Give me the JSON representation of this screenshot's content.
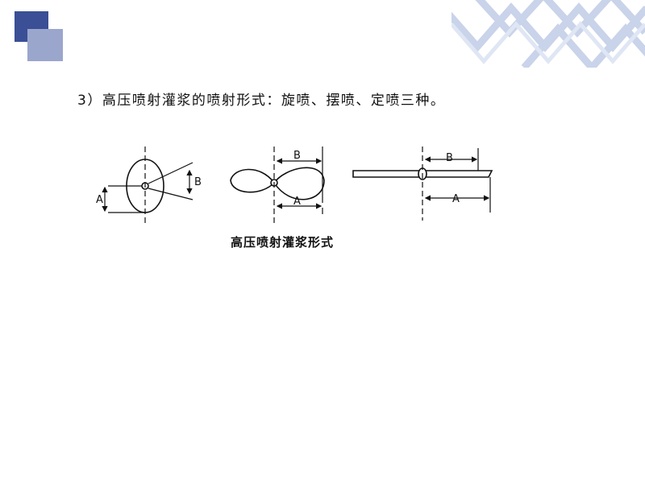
{
  "heading": "3）高压喷射灌浆的喷射形式：旋喷、摆喷、定喷三种。",
  "figure": {
    "caption": "高压喷射灌浆形式",
    "rotary": {
      "label_a": "A",
      "label_b": "B"
    },
    "swing": {
      "label_a": "A",
      "label_b": "B"
    },
    "fixed": {
      "label_a": "A",
      "label_b": "B"
    }
  },
  "colors": {
    "accent_dark": "#3a4f95",
    "accent_light": "#9aa6cc",
    "deco_stripe": "#c9d3ea",
    "ink": "#111111"
  }
}
